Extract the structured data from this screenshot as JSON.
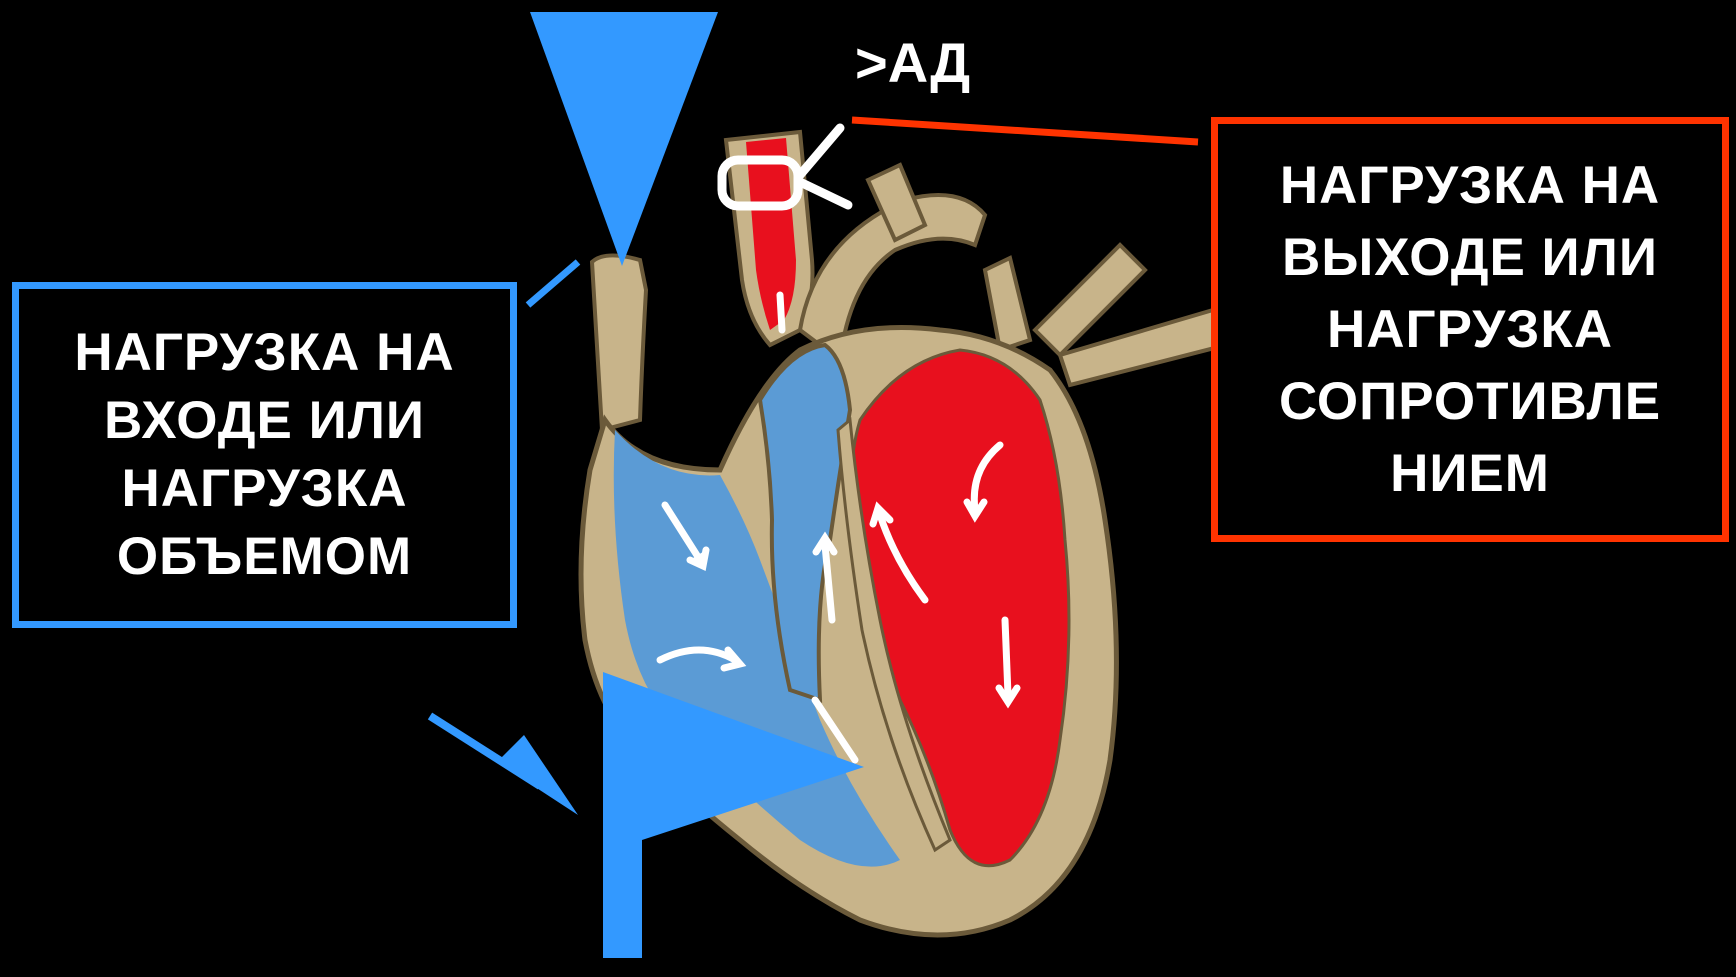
{
  "labels": {
    "pressure": ">АД",
    "preload": "НАГРУЗКА  НА\nВХОДЕ  ИЛИ\nНАГРУЗКА\nОБЪЕМОМ",
    "afterload": "НАГРУЗКА НА\nВЫХОДЕ ИЛИ\nНАГРУЗКА\nСОПРОТИВЛЕ\nНИЕМ"
  },
  "colors": {
    "background": "#000000",
    "preload_accent": "#3399ff",
    "afterload_accent": "#ff3300",
    "venous_blood": "#5b9bd5",
    "arterial_blood": "#e8101e",
    "heart_wall": "#c8b48a",
    "text": "#ffffff"
  },
  "icons": {
    "preload_triangle_top": "triangle-down-icon",
    "preload_triangle_bottom": "triangle-right-icon",
    "input_arrow": "arrow-down-right-icon",
    "clamp": "clamp-icon"
  }
}
